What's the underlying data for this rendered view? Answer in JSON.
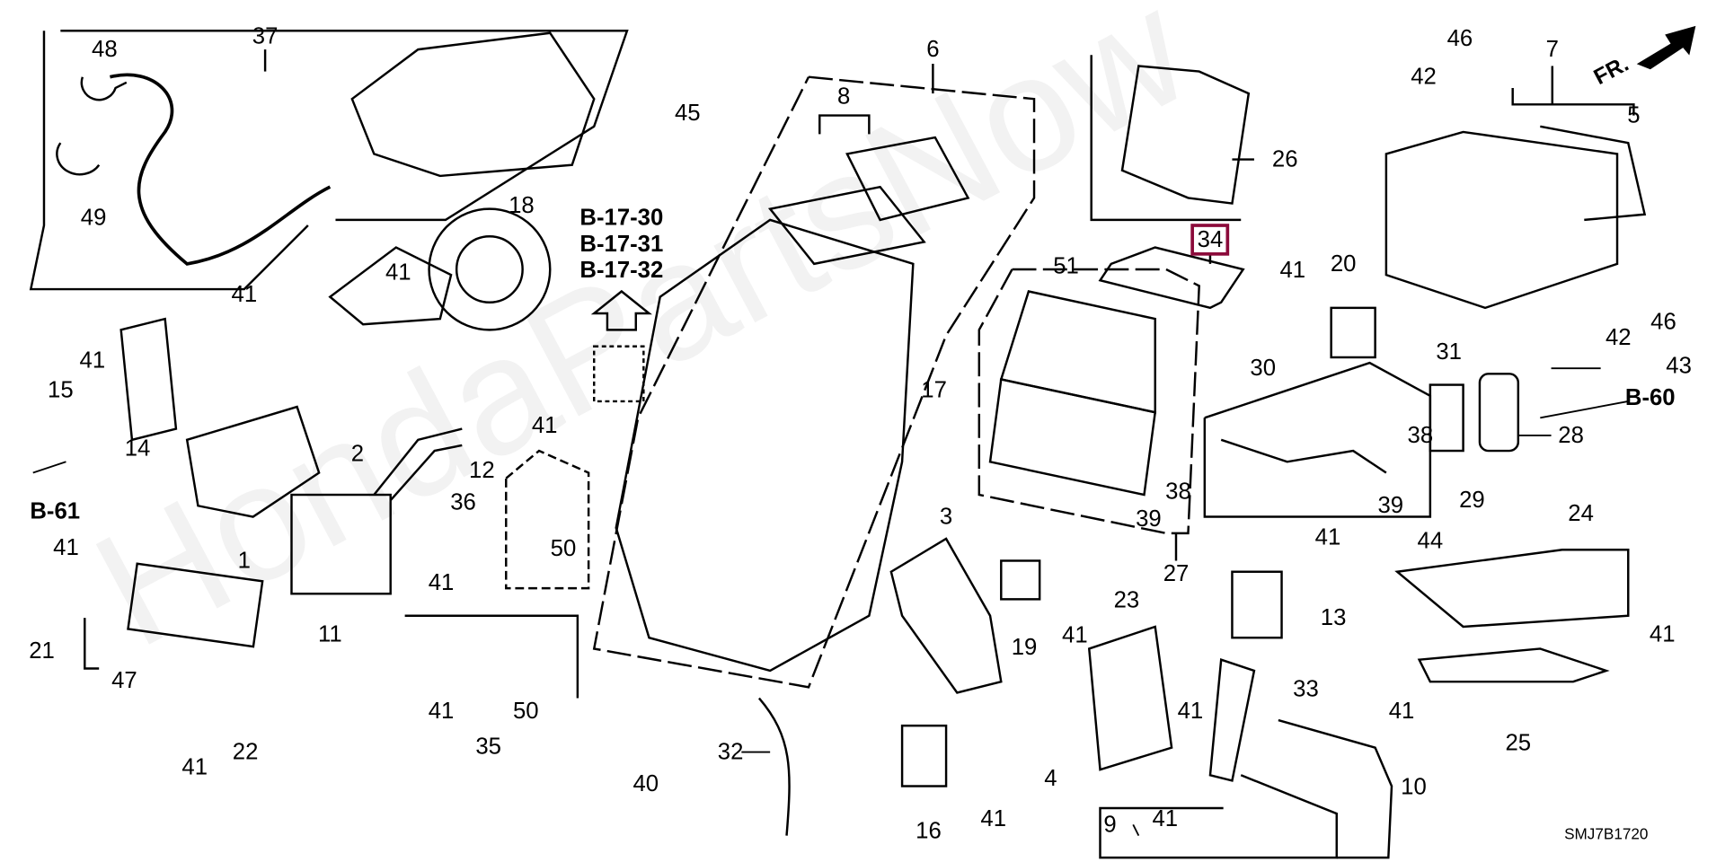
{
  "diagram_code": "SMJ7B1720",
  "direction_label": "FR.",
  "references": {
    "b1": "B-17-30",
    "b2": "B-17-31",
    "b3": "B-17-32",
    "b61": "B-61",
    "b60": "B-60"
  },
  "highlighted_part": "34",
  "accent_color": "#8b0a3a",
  "callouts": [
    "37",
    "48",
    "49",
    "18",
    "6",
    "8",
    "45",
    "26",
    "46",
    "7",
    "42",
    "5",
    "41",
    "41",
    "41",
    "15",
    "14",
    "51",
    "41",
    "20",
    "46",
    "42",
    "31",
    "43",
    "28",
    "30",
    "17",
    "38",
    "38",
    "39",
    "39",
    "29",
    "41",
    "12",
    "2",
    "1",
    "36",
    "50",
    "41",
    "11",
    "41",
    "21",
    "47",
    "22",
    "41",
    "41",
    "35",
    "50",
    "3",
    "19",
    "41",
    "23",
    "4",
    "16",
    "41",
    "40",
    "32",
    "27",
    "44",
    "41",
    "13",
    "33",
    "41",
    "24",
    "41",
    "41",
    "25",
    "10",
    "9",
    "41"
  ]
}
